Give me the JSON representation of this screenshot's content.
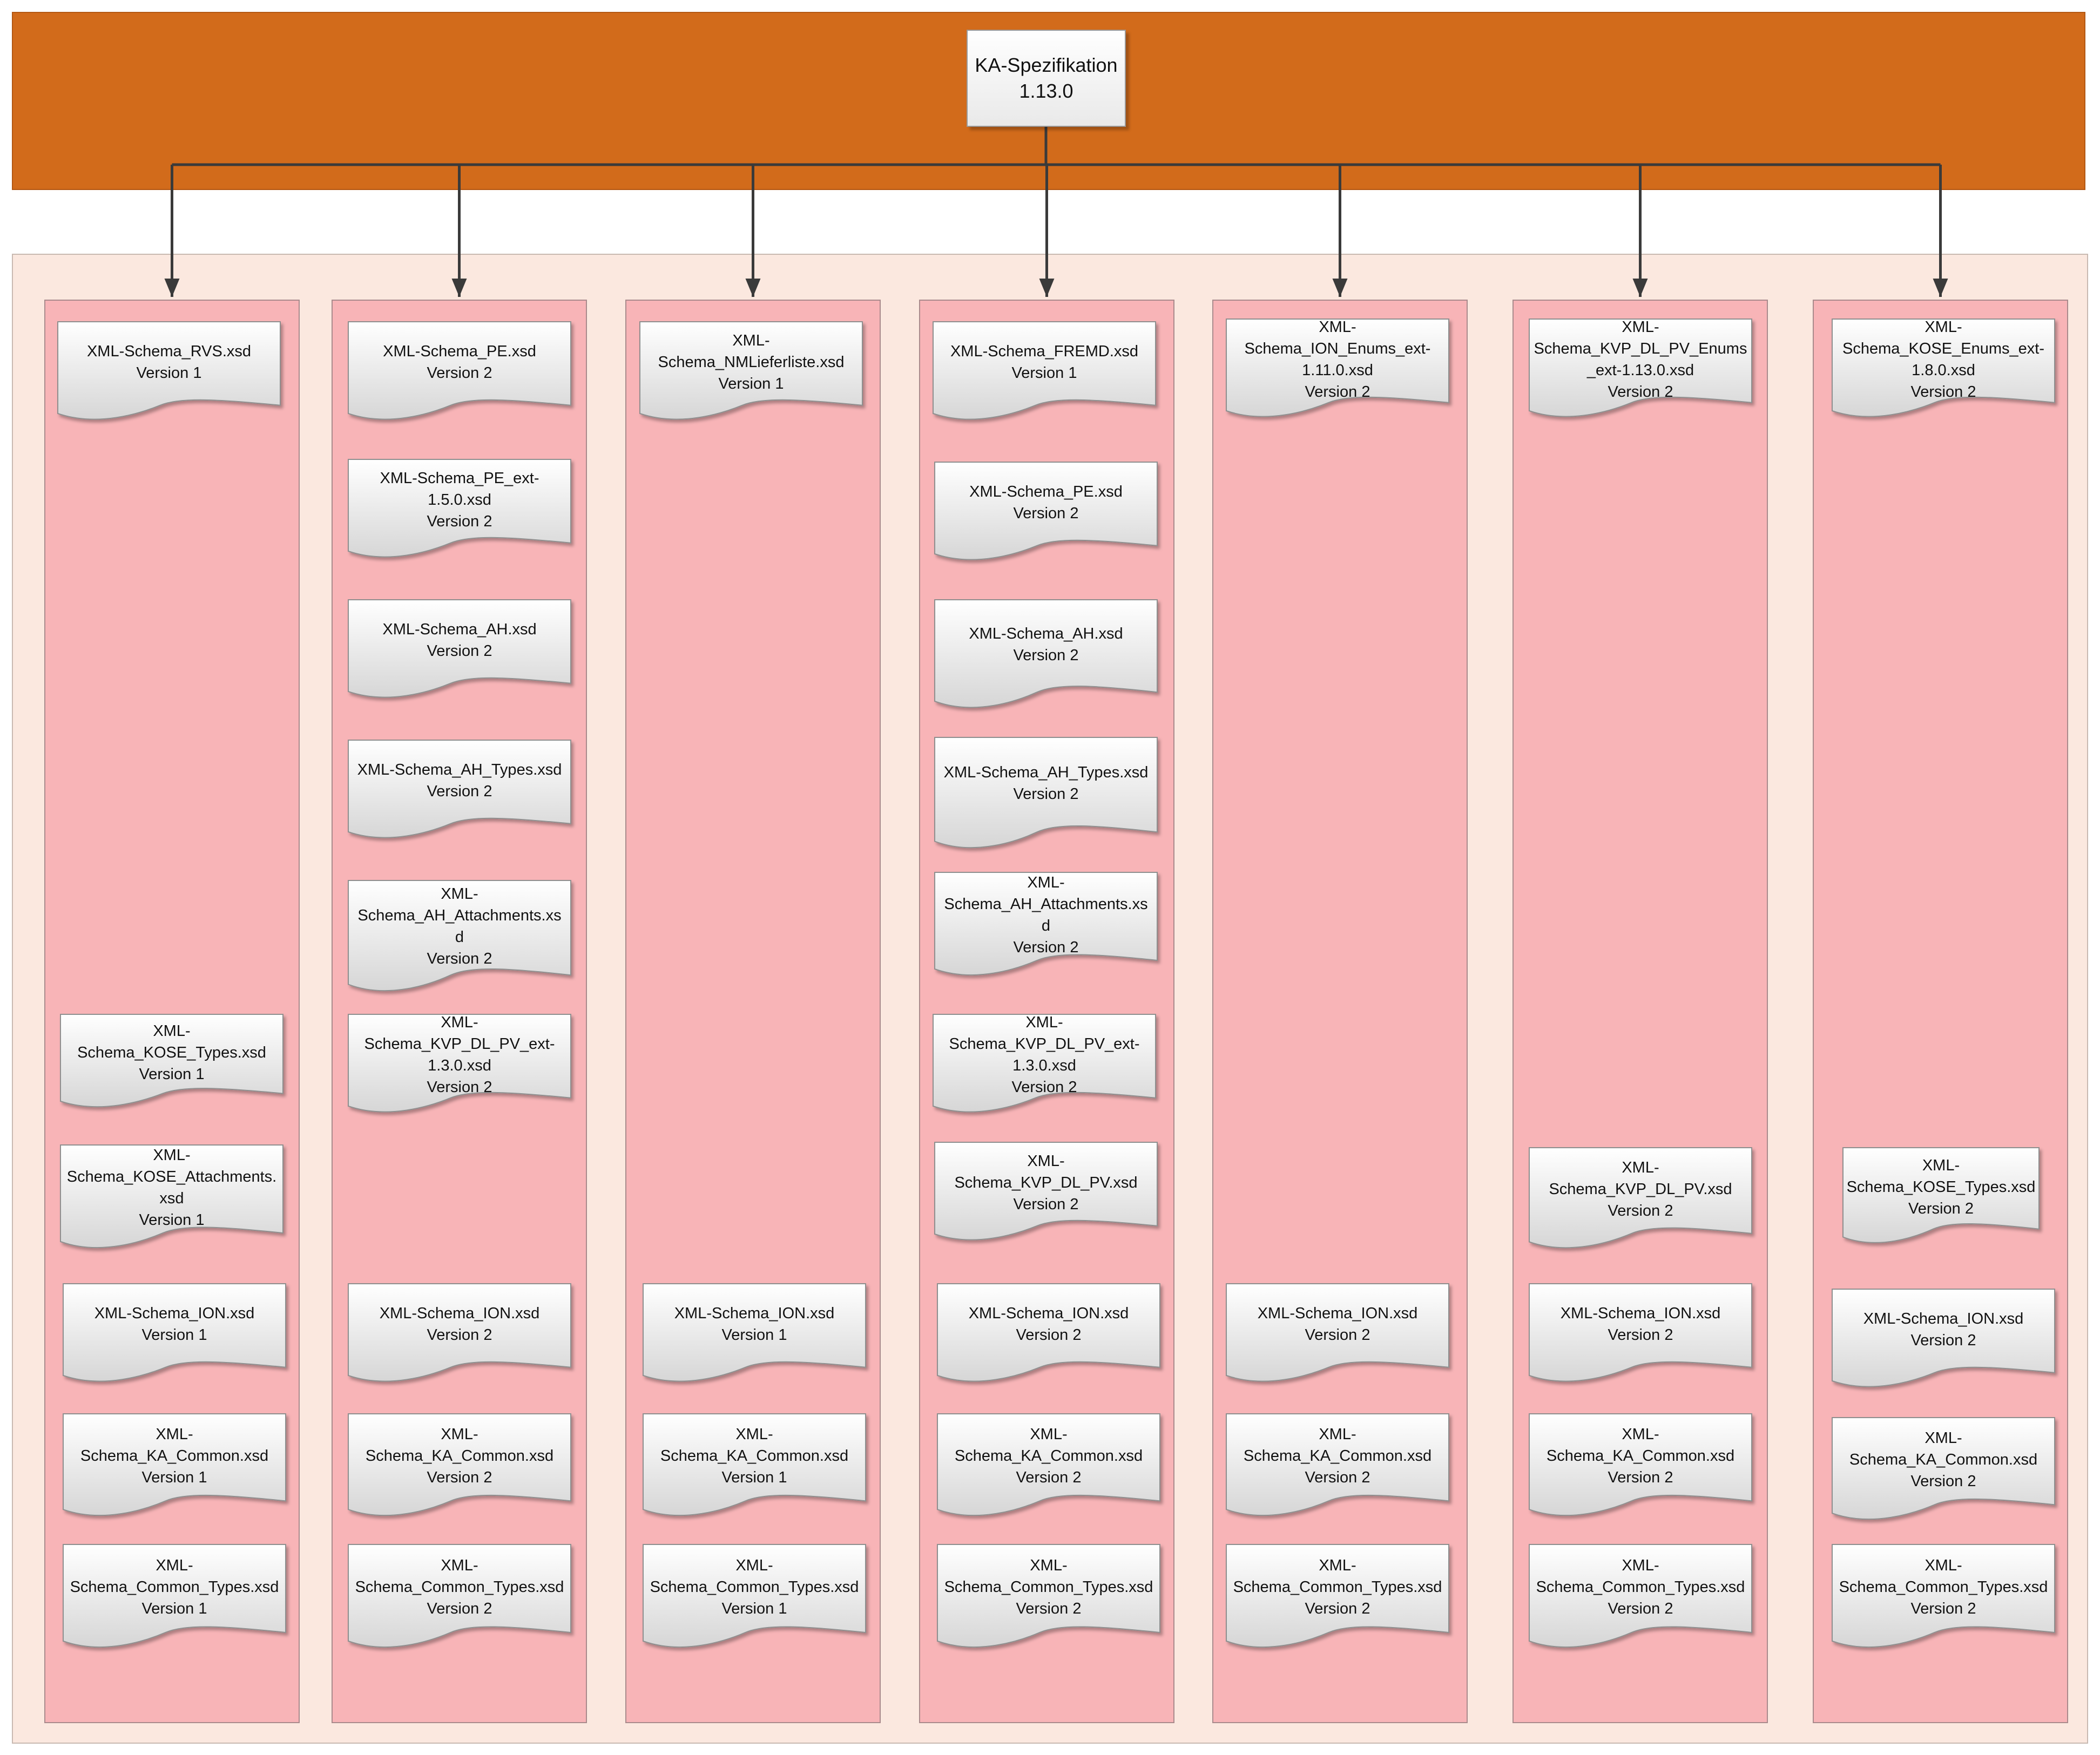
{
  "root": {
    "title": "KA-Spezifikation",
    "version": "1.13.0"
  },
  "columns": [
    {
      "docs": [
        {
          "lines": [
            "XML-Schema_RVS.xsd",
            "Version 1"
          ]
        },
        {
          "lines": [
            "XML-",
            "Schema_KOSE_Types.xsd",
            "Version 1"
          ]
        },
        {
          "lines": [
            "XML-",
            "Schema_KOSE_Attachments.",
            "xsd",
            "Version 1"
          ]
        },
        {
          "lines": [
            "XML-Schema_ION.xsd",
            "Version 1"
          ]
        },
        {
          "lines": [
            "XML-",
            "Schema_KA_Common.xsd",
            "Version 1"
          ]
        },
        {
          "lines": [
            "XML-",
            "Schema_Common_Types.xsd",
            "Version 1"
          ]
        }
      ]
    },
    {
      "docs": [
        {
          "lines": [
            "XML-Schema_PE.xsd",
            "Version 2"
          ]
        },
        {
          "lines": [
            "XML-Schema_PE_ext-",
            "1.5.0.xsd",
            "Version 2"
          ]
        },
        {
          "lines": [
            "XML-Schema_AH.xsd",
            "Version 2"
          ]
        },
        {
          "lines": [
            "XML-Schema_AH_Types.xsd",
            "Version 2"
          ]
        },
        {
          "lines": [
            "XML-",
            "Schema_AH_Attachments.xs",
            "d",
            "Version 2"
          ]
        },
        {
          "lines": [
            "XML-",
            "Schema_KVP_DL_PV_ext-",
            "1.3.0.xsd",
            "Version 2"
          ]
        },
        {
          "lines": [
            "XML-Schema_ION.xsd",
            "Version 2"
          ]
        },
        {
          "lines": [
            "XML-",
            "Schema_KA_Common.xsd",
            "Version 2"
          ]
        },
        {
          "lines": [
            "XML-",
            "Schema_Common_Types.xsd",
            "Version 2"
          ]
        }
      ]
    },
    {
      "docs": [
        {
          "lines": [
            "XML-",
            "Schema_NMLieferliste.xsd",
            "Version 1"
          ]
        },
        {
          "lines": [
            "XML-Schema_ION.xsd",
            "Version 1"
          ]
        },
        {
          "lines": [
            "XML-",
            "Schema_KA_Common.xsd",
            "Version 1"
          ]
        },
        {
          "lines": [
            "XML-",
            "Schema_Common_Types.xsd",
            "Version 1"
          ]
        }
      ]
    },
    {
      "docs": [
        {
          "lines": [
            "XML-Schema_FREMD.xsd",
            "Version 1"
          ]
        },
        {
          "lines": [
            "XML-Schema_PE.xsd",
            "Version 2"
          ]
        },
        {
          "lines": [
            "XML-Schema_AH.xsd",
            "Version 2"
          ]
        },
        {
          "lines": [
            "XML-Schema_AH_Types.xsd",
            "Version 2"
          ]
        },
        {
          "lines": [
            "XML-",
            "Schema_AH_Attachments.xs",
            "d",
            "Version 2"
          ]
        },
        {
          "lines": [
            "XML-",
            "Schema_KVP_DL_PV_ext-",
            "1.3.0.xsd",
            "Version 2"
          ]
        },
        {
          "lines": [
            "XML-",
            "Schema_KVP_DL_PV.xsd",
            "Version 2"
          ]
        },
        {
          "lines": [
            "XML-Schema_ION.xsd",
            "Version 2"
          ]
        },
        {
          "lines": [
            "XML-",
            "Schema_KA_Common.xsd",
            "Version 2"
          ]
        },
        {
          "lines": [
            "XML-",
            "Schema_Common_Types.xsd",
            "Version 2"
          ]
        }
      ]
    },
    {
      "docs": [
        {
          "lines": [
            "XML-",
            "Schema_ION_Enums_ext-",
            "1.11.0.xsd",
            "Version 2"
          ]
        },
        {
          "lines": [
            "XML-Schema_ION.xsd",
            "Version 2"
          ]
        },
        {
          "lines": [
            "XML-",
            "Schema_KA_Common.xsd",
            "Version 2"
          ]
        },
        {
          "lines": [
            "XML-",
            "Schema_Common_Types.xsd",
            "Version 2"
          ]
        }
      ]
    },
    {
      "docs": [
        {
          "lines": [
            "XML-",
            "Schema_KVP_DL_PV_Enums",
            "_ext-1.13.0.xsd",
            "Version 2"
          ]
        },
        {
          "lines": [
            "XML-",
            "Schema_KVP_DL_PV.xsd",
            "Version 2"
          ]
        },
        {
          "lines": [
            "XML-Schema_ION.xsd",
            "Version 2"
          ]
        },
        {
          "lines": [
            "XML-",
            "Schema_KA_Common.xsd",
            "Version 2"
          ]
        },
        {
          "lines": [
            "XML-",
            "Schema_Common_Types.xsd",
            "Version 2"
          ]
        }
      ]
    },
    {
      "docs": [
        {
          "lines": [
            "XML-",
            "Schema_KOSE_Enums_ext-",
            "1.8.0.xsd",
            "Version 2"
          ]
        },
        {
          "lines": [
            "XML-",
            "Schema_KOSE_Types.xsd",
            "Version 2"
          ]
        },
        {
          "lines": [
            "XML-Schema_ION.xsd",
            "Version 2"
          ]
        },
        {
          "lines": [
            "XML-",
            "Schema_KA_Common.xsd",
            "Version 2"
          ]
        },
        {
          "lines": [
            "XML-",
            "Schema_Common_Types.xsd",
            "Version 2"
          ]
        }
      ]
    }
  ]
}
